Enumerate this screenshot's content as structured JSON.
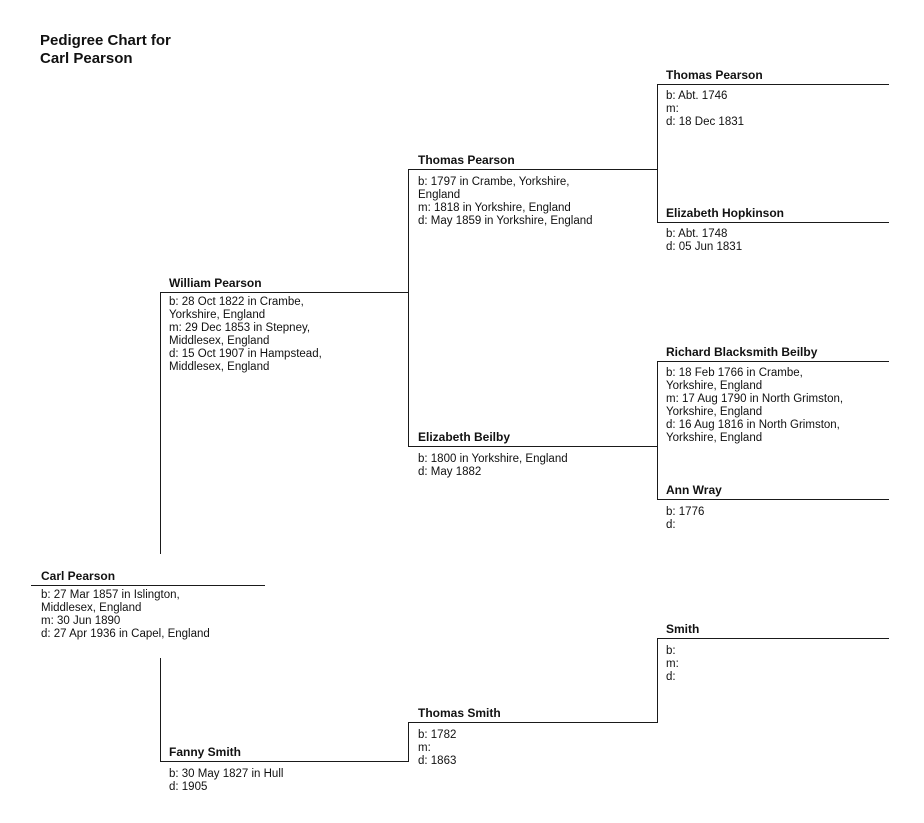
{
  "title": [
    "Pedigree Chart for",
    "Carl Pearson"
  ],
  "people": {
    "carl": {
      "name": "Carl Pearson",
      "details": [
        "b: 27 Mar 1857 in Islington,",
        "Middlesex, England",
        "m: 30 Jun 1890",
        "d: 27 Apr 1936 in Capel, England"
      ]
    },
    "william": {
      "name": "William Pearson",
      "details": [
        "b: 28 Oct 1822 in Crambe,",
        "Yorkshire, England",
        "m: 29 Dec 1853 in Stepney,",
        "Middlesex, England",
        "d: 15 Oct 1907 in Hampstead,",
        "Middlesex, England"
      ]
    },
    "fanny": {
      "name": "Fanny Smith",
      "details": [
        "b: 30 May 1827 in Hull",
        "d: 1905"
      ]
    },
    "thomas_p": {
      "name": "Thomas Pearson",
      "details": [
        "b: 1797 in Crambe, Yorkshire,",
        "England",
        "m: 1818 in Yorkshire, England",
        "d: May 1859 in Yorkshire, England"
      ]
    },
    "elizabeth_b": {
      "name": "Elizabeth Beilby",
      "details": [
        "b: 1800 in Yorkshire, England",
        "d: May 1882"
      ]
    },
    "thomas_s": {
      "name": "Thomas Smith",
      "details": [
        "b: 1782",
        "m:",
        "d: 1863"
      ]
    },
    "thomas_p_sr": {
      "name": "Thomas Pearson",
      "details": [
        "b: Abt. 1746",
        "m:",
        "d: 18 Dec 1831"
      ]
    },
    "elizabeth_h": {
      "name": "Elizabeth Hopkinson",
      "details": [
        "b: Abt. 1748",
        "d: 05 Jun 1831"
      ]
    },
    "richard": {
      "name": "Richard Blacksmith Beilby",
      "details": [
        "b: 18 Feb 1766 in Crambe,",
        "Yorkshire, England",
        "m: 17 Aug 1790 in North Grimston,",
        "Yorkshire, England",
        "d: 16 Aug 1816 in North Grimston,",
        "Yorkshire, England"
      ]
    },
    "ann": {
      "name": "Ann Wray",
      "details": [
        "b: 1776",
        "d:"
      ]
    },
    "smith": {
      "name": "Smith",
      "details": [
        "b:",
        "m:",
        "d:"
      ]
    }
  }
}
